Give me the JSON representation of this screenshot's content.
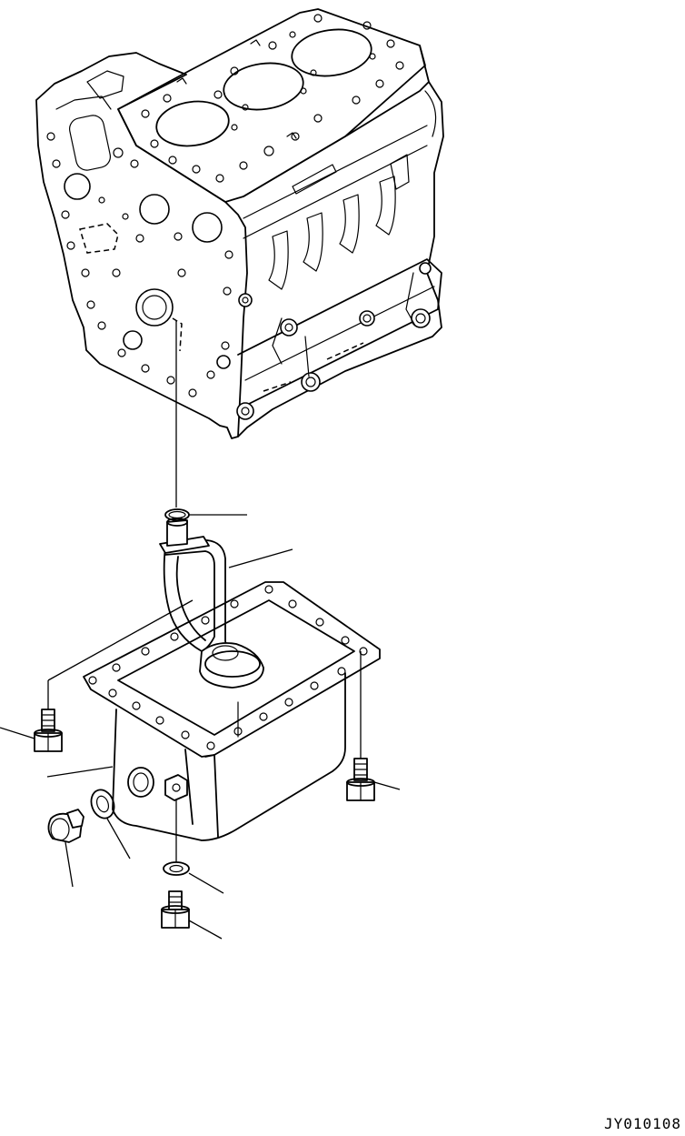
{
  "drawing": {
    "code": "JY010108"
  },
  "parts": [
    {
      "name": "cylinder-block"
    },
    {
      "name": "o-ring"
    },
    {
      "name": "oil-strainer-pipe"
    },
    {
      "name": "oil-pan"
    },
    {
      "name": "pan-bolt-left"
    },
    {
      "name": "pan-bolt-right"
    },
    {
      "name": "drain-plug"
    },
    {
      "name": "drain-gasket"
    },
    {
      "name": "washer"
    },
    {
      "name": "bolt"
    }
  ]
}
